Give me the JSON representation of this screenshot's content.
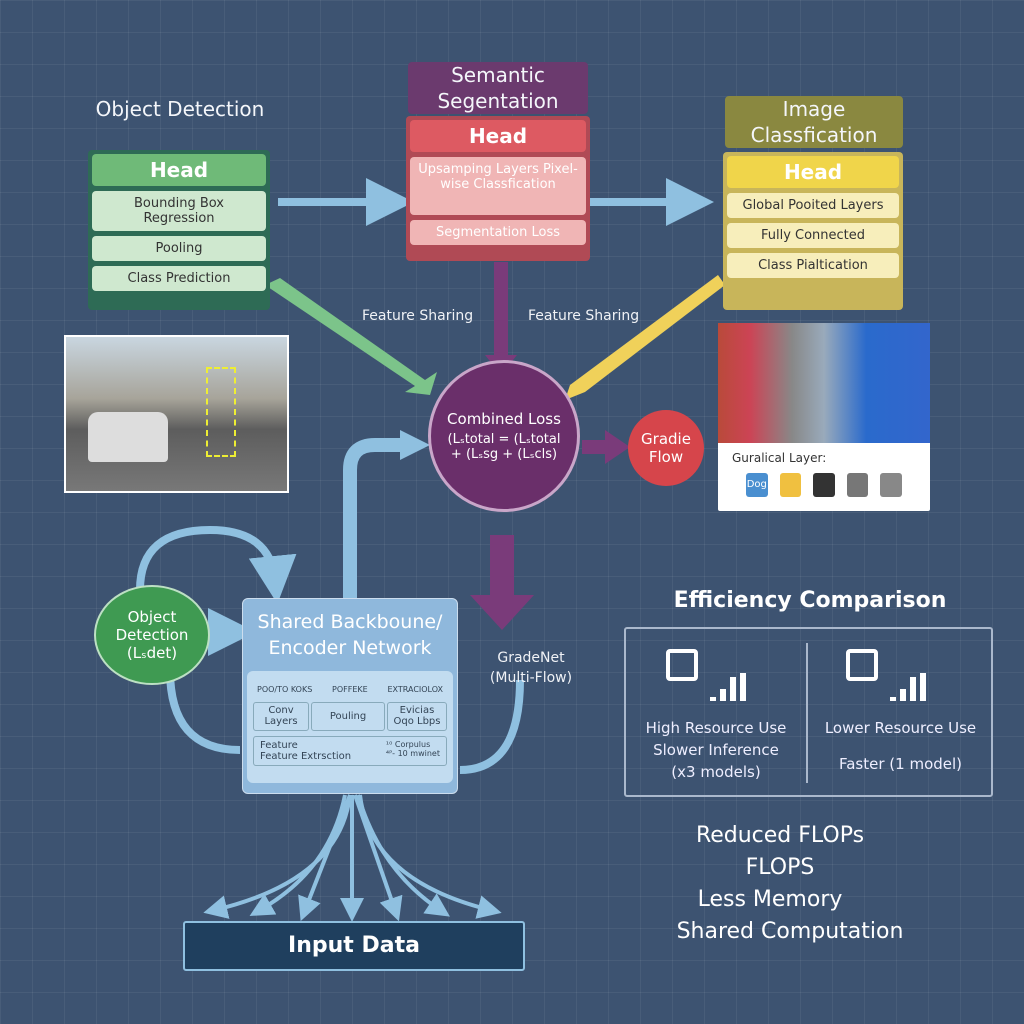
{
  "object_detection": {
    "title": "Object Detection",
    "head": "Head",
    "layers": [
      "Bounding Box Regression",
      "Pooling",
      "Class Prediction"
    ],
    "color": "#5aa86a"
  },
  "segmentation": {
    "title": "Semantic Segentation",
    "head": "Head",
    "layers": [
      "Upsamping Layers Pixel-wise Classfication",
      "Segmentation Loss"
    ],
    "color": "#d94f5a"
  },
  "classification": {
    "title": "Image Classfication",
    "head": "Head",
    "layers": [
      "Global Pooited Layers",
      "Fully Connected",
      "Class Pialtication"
    ],
    "color": "#e8c94a"
  },
  "feature_sharing": [
    "Feature Sharing",
    "Feature Sharing"
  ],
  "combined_loss": {
    "title": "Combined Loss",
    "formula1": "(Lₛtotal = (Lₛtotal",
    "formula2": "+ (Lₛsg + (Lₛcls)"
  },
  "gradient_flow": "Gradie Flow",
  "classifier_card": {
    "label": "Guralical Layer:",
    "chips": [
      "Dog",
      "",
      "",
      "",
      ""
    ]
  },
  "object_detection_loss": {
    "title": "Object Detection",
    "sub": "(Lₛdet)"
  },
  "backbone": {
    "title": "Shared Backboune/ Encoder Network",
    "headers": [
      "POO/TO  KOKS",
      "POFFEKE",
      "EXTRACIOLOX"
    ],
    "cells": [
      "Conv Layers",
      "Pouling",
      "Evicias Oqo Lbps"
    ],
    "feature": [
      "Feature",
      "Feature Extrsction"
    ],
    "feature_note": [
      "¹⁰ Corpulus",
      "⁴ᴾ- 10 mwinet"
    ]
  },
  "gradenet": "GradeNet (Multi-Flow)",
  "input": "Input Data",
  "efficiency": {
    "title": "Efficiency Comparison",
    "left": [
      "High Resource Use",
      "Slower Inference",
      "(x3 models)"
    ],
    "right": [
      "Lower Resource Use",
      "",
      "Faster (1 model)"
    ]
  },
  "benefits": [
    "Reduced FLOPs",
    "FLOPS",
    "Less Memory",
    "Shared Computation"
  ]
}
